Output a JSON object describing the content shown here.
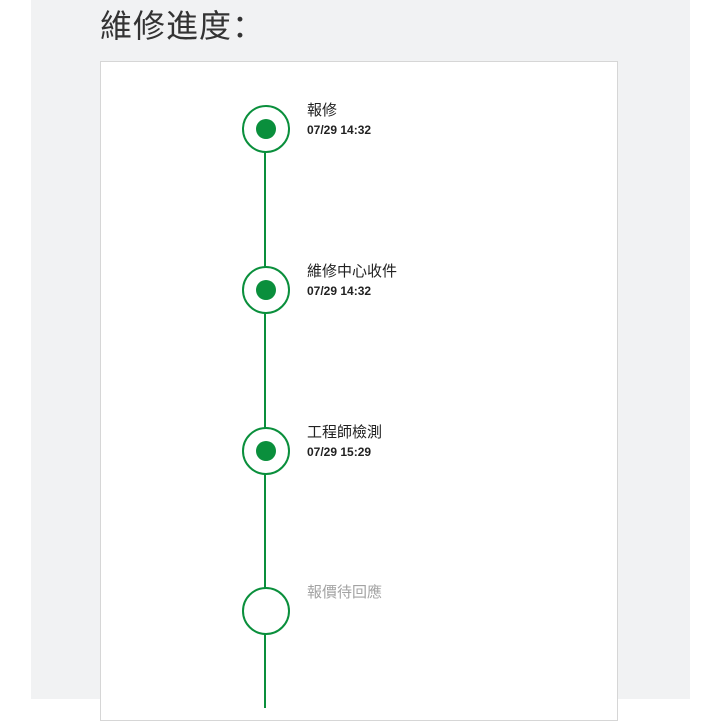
{
  "page": {
    "title": "維修進度："
  },
  "timeline": {
    "accent_color": "#0a8f3c",
    "pending_color": "#a3a3a3",
    "steps": [
      {
        "label": "報修",
        "time": "07/29 14:32",
        "status": "completed"
      },
      {
        "label": "維修中心收件",
        "time": "07/29 14:32",
        "status": "completed"
      },
      {
        "label": "工程師檢測",
        "time": "07/29 15:29",
        "status": "completed"
      },
      {
        "label": "報價待回應",
        "time": "",
        "status": "pending"
      }
    ]
  }
}
